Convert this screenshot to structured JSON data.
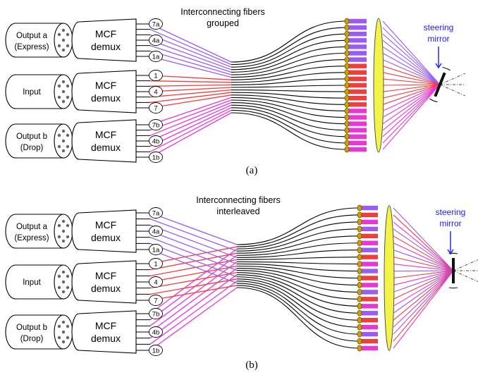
{
  "colors": {
    "express": "#9b5cf5",
    "input": "#f23d3d",
    "drop": "#ea36d6",
    "trunk": "#000000",
    "lens": "#f3f348",
    "fiber_end": "#c9a400",
    "mirror_label": "#1a1aff"
  },
  "panels": [
    {
      "id": "a",
      "caption": "(a)",
      "title_line1": "Interconnecting fibers",
      "title_line2": "grouped",
      "mode": "grouped",
      "mirror_label_line1": "steering",
      "mirror_label_line2": "mirror",
      "rows": [
        {
          "fiber_label_line1": "Output a",
          "fiber_label_line2": "(Express)",
          "demux_line1": "MCF",
          "demux_line2": "demux",
          "ports": [
            "7a",
            "4a",
            "1a"
          ],
          "color": "express"
        },
        {
          "fiber_label_line1": "Input",
          "fiber_label_line2": "",
          "demux_line1": "MCF",
          "demux_line2": "demux",
          "ports": [
            "1",
            "4",
            "7"
          ],
          "color": "input"
        },
        {
          "fiber_label_line1": "Output b",
          "fiber_label_line2": "(Drop)",
          "demux_line1": "MCF",
          "demux_line2": "demux",
          "ports": [
            "7b",
            "4b",
            "1b"
          ],
          "color": "drop"
        }
      ]
    },
    {
      "id": "b",
      "caption": "(b)",
      "title_line1": "Interconnecting fibers",
      "title_line2": "interleaved",
      "mode": "interleaved",
      "mirror_label_line1": "steering",
      "mirror_label_line2": "mirror",
      "rows": [
        {
          "fiber_label_line1": "Output a",
          "fiber_label_line2": "(Express)",
          "demux_line1": "MCF",
          "demux_line2": "demux",
          "ports": [
            "7a",
            "4a",
            "1a"
          ],
          "color": "express"
        },
        {
          "fiber_label_line1": "Input",
          "fiber_label_line2": "",
          "demux_line1": "MCF",
          "demux_line2": "demux",
          "ports": [
            "1",
            "4",
            "7"
          ],
          "color": "input"
        },
        {
          "fiber_label_line1": "Output b",
          "fiber_label_line2": "(Drop)",
          "demux_line1": "MCF",
          "demux_line2": "demux",
          "ports": [
            "7b",
            "4b",
            "1b"
          ],
          "color": "drop"
        }
      ]
    }
  ]
}
